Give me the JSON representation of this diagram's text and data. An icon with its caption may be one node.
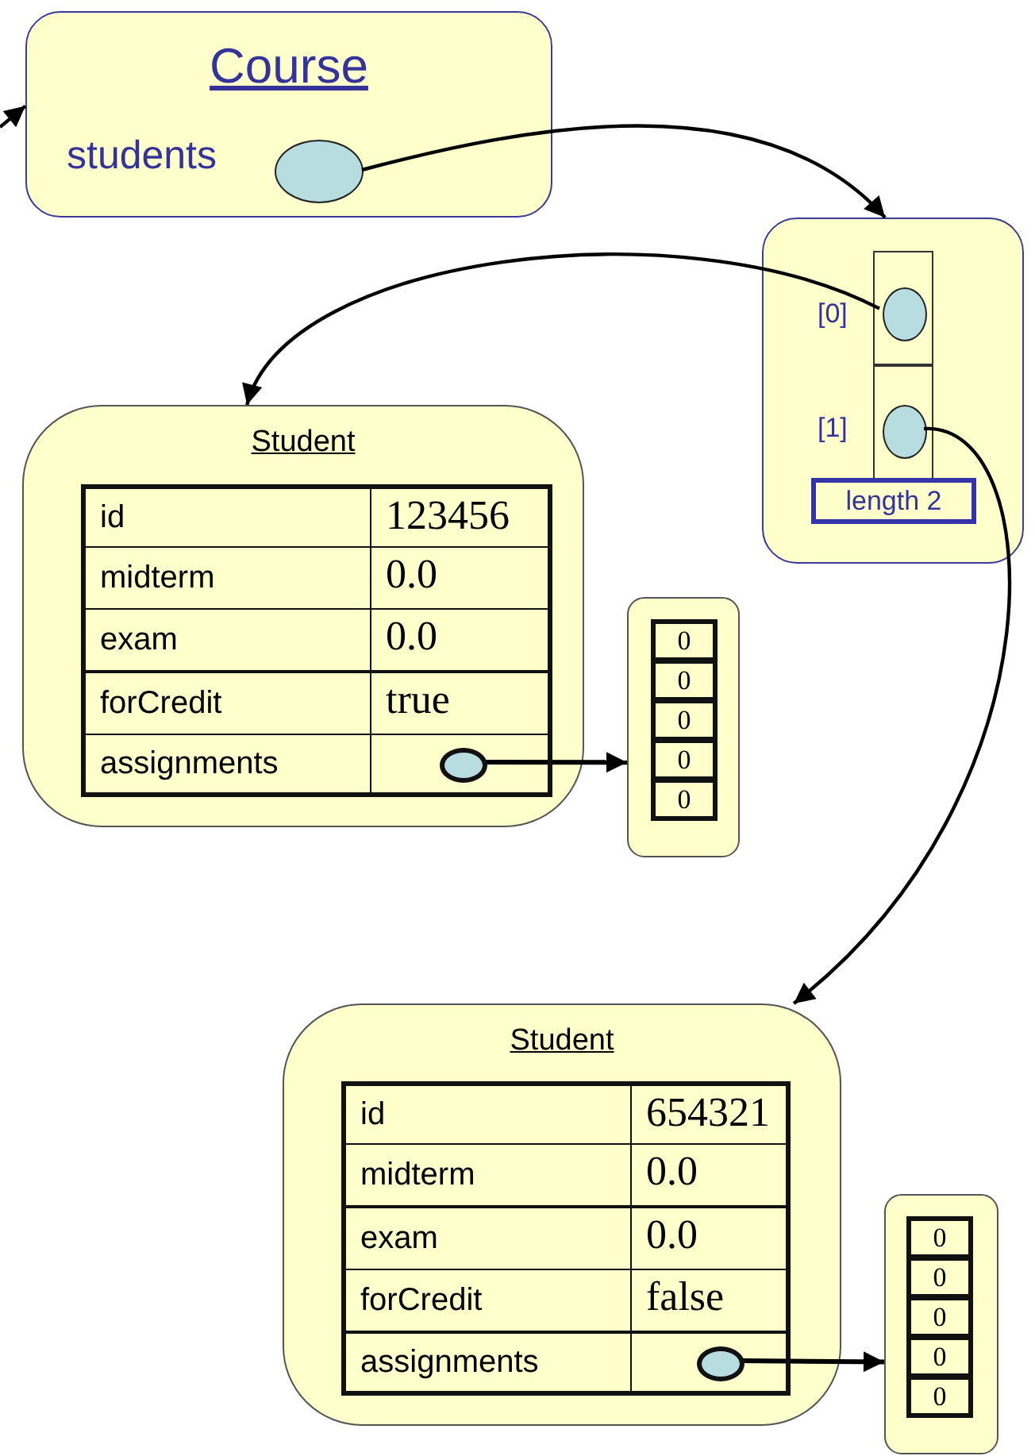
{
  "diagram": {
    "nodes": [
      {
        "text": [
          "Course",
          "students"
        ]
      },
      {
        "text": [],
        "shape": "circle",
        "in": 0
      },
      {
        "text": [],
        "shape": "box"
      },
      {
        "text": [],
        "shape": "box",
        "in": 2,
        "beside": [
          "[0]"
        ]
      },
      {
        "text": [],
        "shape": "circle",
        "in": 3
      },
      {
        "text": [],
        "shape": "box",
        "in": 2,
        "beside": [
          "[1]"
        ]
      },
      {
        "text": [],
        "shape": "circle",
        "in": 5
      },
      {
        "text": [
          "length 2"
        ],
        "in": 2
      },
      {
        "text": [
          "Student"
        ]
      },
      {
        "text": [
          "id"
        ],
        "in": 8
      },
      {
        "text": [
          "123456"
        ],
        "in": 8
      },
      {
        "text": [
          "midterm"
        ],
        "in": 8
      },
      {
        "text": [
          "0.0"
        ],
        "in": 8
      },
      {
        "text": [
          "exam"
        ],
        "in": 8
      },
      {
        "text": [
          "0.0"
        ],
        "in": 8
      },
      {
        "text": [
          "forCredit"
        ],
        "in": 8
      },
      {
        "text": [
          "true"
        ],
        "in": 8
      },
      {
        "text": [
          "assignments"
        ],
        "in": 8
      },
      {
        "text": [],
        "shape": "box",
        "in": 8
      },
      {
        "text": [],
        "shape": "circle",
        "in": 18
      },
      {
        "text": [],
        "shape": "box"
      },
      {
        "text": [
          "0"
        ],
        "in": 20
      },
      {
        "text": [
          "0"
        ],
        "in": 20
      },
      {
        "text": [
          "0"
        ],
        "in": 20
      },
      {
        "text": [
          "0"
        ],
        "in": 20
      },
      {
        "text": [
          "0"
        ],
        "in": 20
      },
      {
        "text": [
          "Student"
        ]
      },
      {
        "text": [
          "id"
        ],
        "in": 26
      },
      {
        "text": [
          "654321"
        ],
        "in": 26
      },
      {
        "text": [
          "midterm"
        ],
        "in": 26
      },
      {
        "text": [
          "0.0"
        ],
        "in": 26
      },
      {
        "text": [
          "exam"
        ],
        "in": 26
      },
      {
        "text": [
          "0.0"
        ],
        "in": 26
      },
      {
        "text": [
          "forCredit"
        ],
        "in": 26
      },
      {
        "text": [
          "false"
        ],
        "in": 26
      },
      {
        "text": [
          "assignments"
        ],
        "in": 26
      },
      {
        "text": [],
        "shape": "box",
        "in": 26
      },
      {
        "text": [],
        "shape": "circle",
        "in": 36
      },
      {
        "text": [],
        "shape": "box"
      },
      {
        "text": [
          "0"
        ],
        "in": 38
      },
      {
        "text": [
          "0"
        ],
        "in": 38
      },
      {
        "text": [
          "0"
        ],
        "in": 38
      },
      {
        "text": [
          "0"
        ],
        "in": 38
      },
      {
        "text": [
          "0"
        ],
        "in": 38
      }
    ],
    "edges": [
      {
        "from": null,
        "to": 0,
        "arrow": "to"
      },
      {
        "from": 1,
        "to": 2,
        "arrow": "to"
      },
      {
        "from": 4,
        "to": 8,
        "arrow": "to"
      },
      {
        "from": 6,
        "to": 26,
        "arrow": "to"
      },
      {
        "from": 19,
        "to": 20,
        "arrow": "to"
      },
      {
        "from": 37,
        "to": 38,
        "arrow": "to"
      }
    ]
  }
}
